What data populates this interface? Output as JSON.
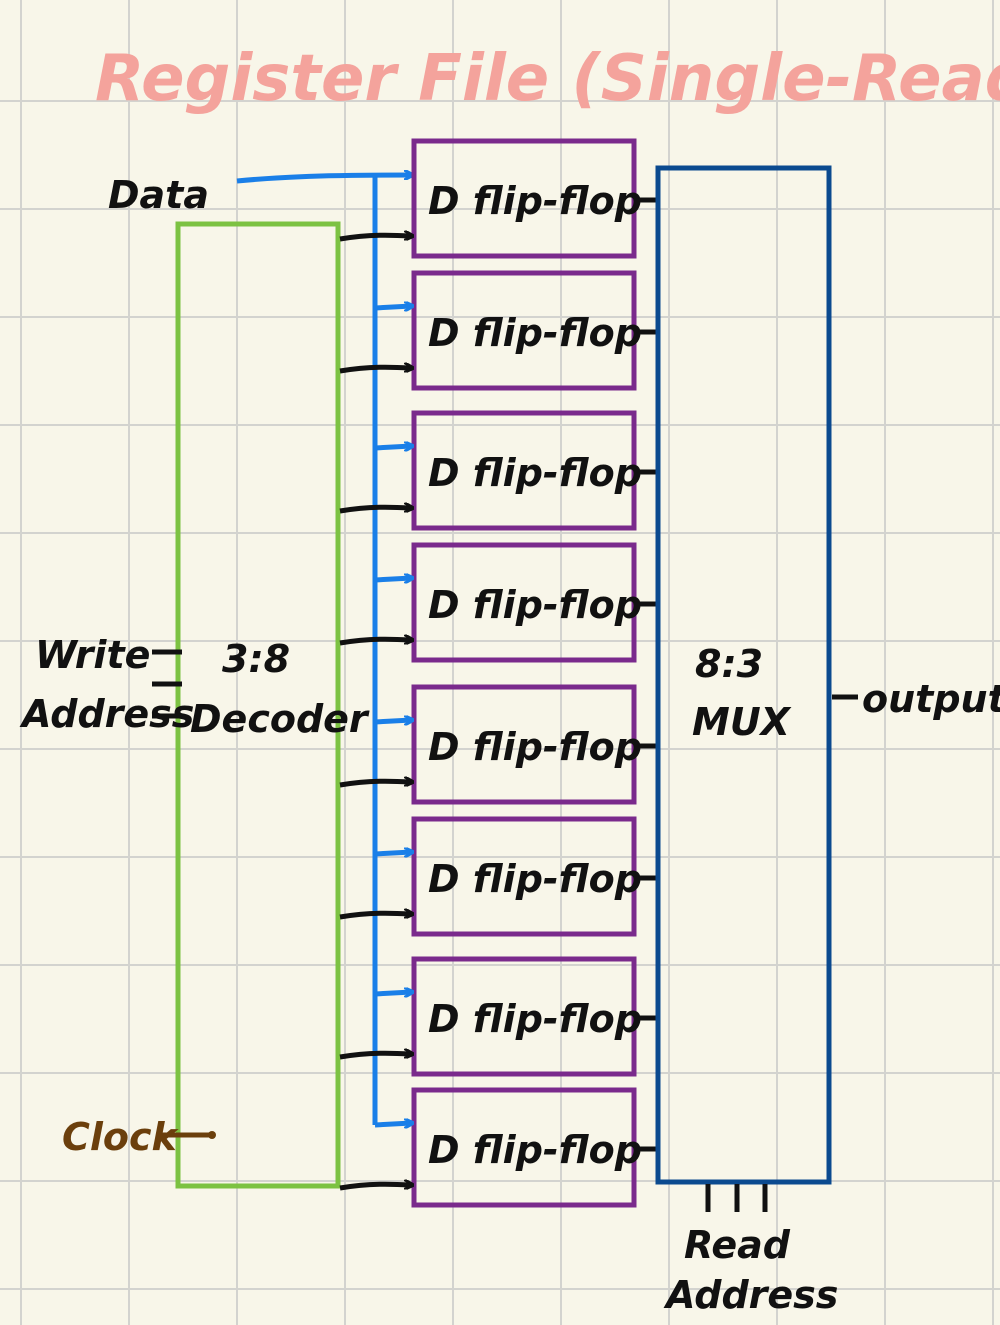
{
  "title": "Register File (Single-Read)",
  "inputs": {
    "data": "Data",
    "write_address_line1": "Write",
    "write_address_line2": "Address",
    "clock": "Clock"
  },
  "decoder": {
    "line1": "3:8",
    "line2": "Decoder"
  },
  "flip_flops": [
    "D flip-flop",
    "D flip-flop",
    "D flip-flop",
    "D flip-flop",
    "D flip-flop",
    "D flip-flop",
    "D flip-flop",
    "D flip-flop"
  ],
  "mux": {
    "line1": "8:3",
    "line2": "MUX"
  },
  "output_label": "output",
  "read_address": {
    "line1": "Read",
    "line2": "Address"
  },
  "colors": {
    "background": "#f8f6e9",
    "grid": "#d3d3cf",
    "title": "#f4a39c",
    "decoder": "#7cc242",
    "flip_flop": "#7a2a8c",
    "mux": "#0b4a8f",
    "data_wire": "#1a7fe8",
    "enable_wire": "#111111",
    "clock": "#6b3f0c"
  }
}
